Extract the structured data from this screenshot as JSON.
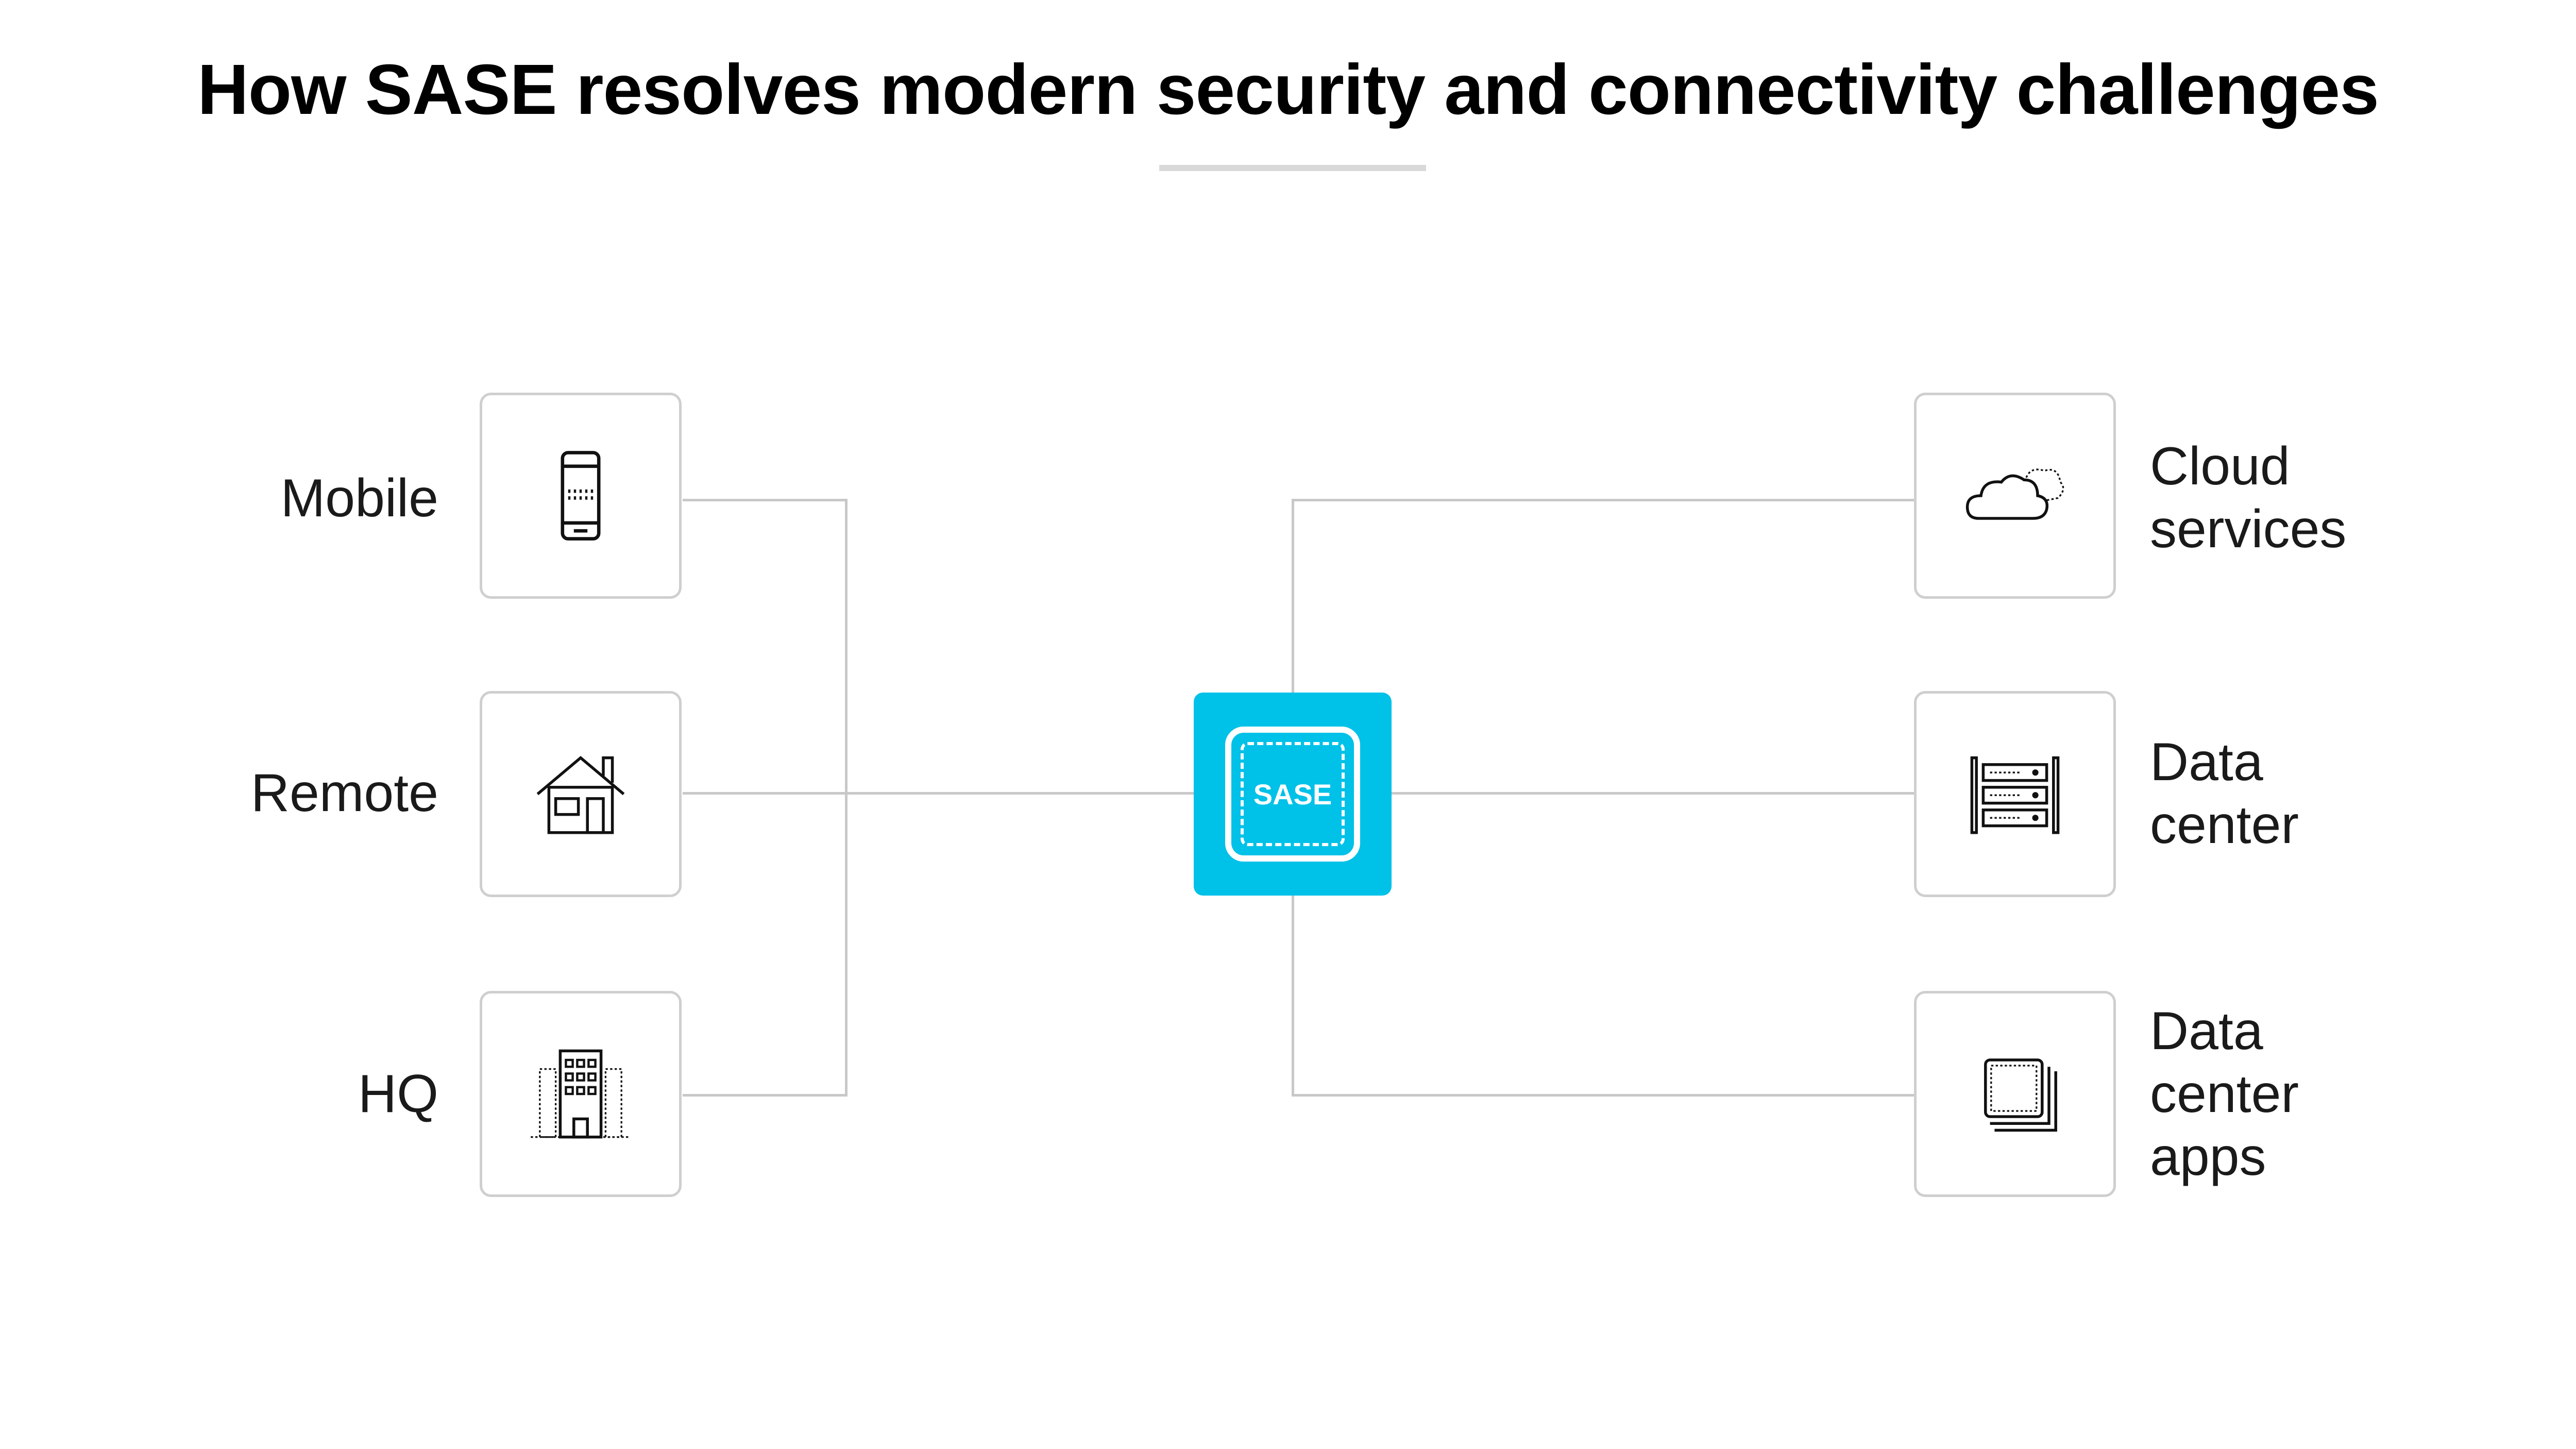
{
  "title": "How SASE resolves modern security and connectivity challenges",
  "hub": {
    "label": "SASE",
    "color": "#00c1e8"
  },
  "left_nodes": [
    {
      "label": "Mobile",
      "icon": "mobile-phone-icon"
    },
    {
      "label": "Remote",
      "icon": "house-icon"
    },
    {
      "label": "HQ",
      "icon": "office-building-icon"
    }
  ],
  "right_nodes": [
    {
      "label_lines": [
        "Cloud",
        "services"
      ],
      "icon": "cloud-icon"
    },
    {
      "label_lines": [
        "Data",
        "center"
      ],
      "icon": "server-rack-icon"
    },
    {
      "label_lines": [
        "Data",
        "center",
        "apps"
      ],
      "icon": "app-window-stack-icon"
    }
  ]
}
